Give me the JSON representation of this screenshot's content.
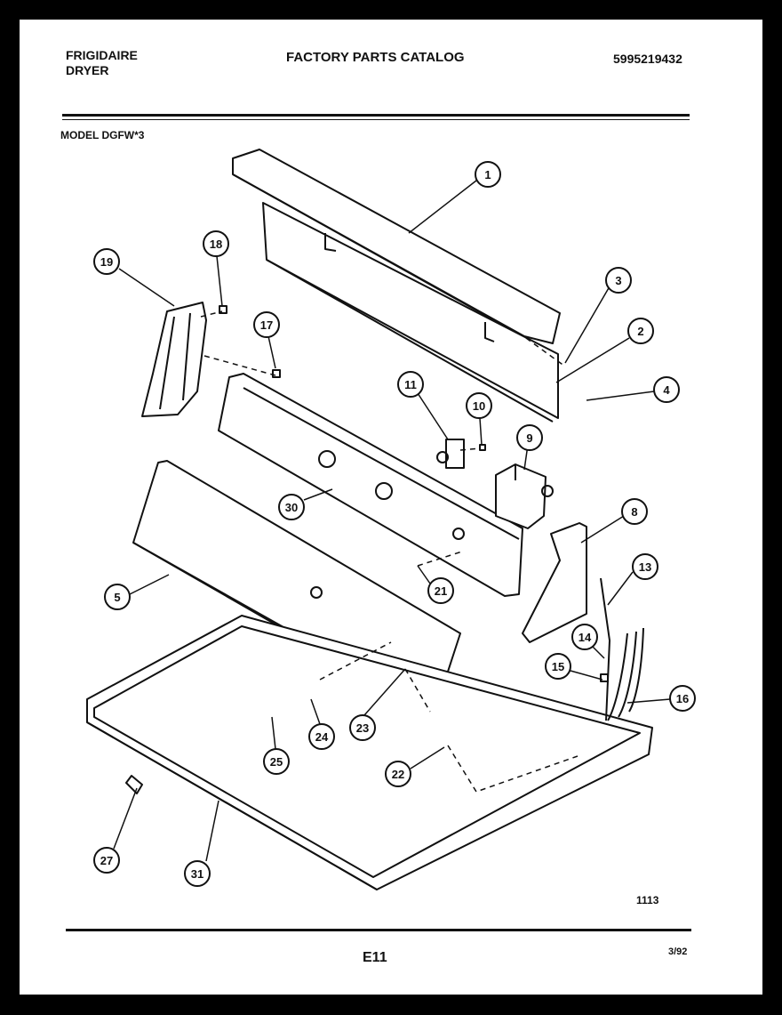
{
  "header": {
    "brand_line1": "FRIGIDAIRE",
    "brand_line2": "DRYER",
    "catalog_title": "FACTORY PARTS CATALOG",
    "part_number": "5995219432",
    "model": "MODEL DGFW*3"
  },
  "footer": {
    "diagram_code": "1113",
    "page_number": "E11",
    "date": "3/92"
  },
  "callouts": [
    "1",
    "2",
    "3",
    "4",
    "5",
    "8",
    "9",
    "10",
    "11",
    "13",
    "14",
    "15",
    "16",
    "17",
    "18",
    "19",
    "21",
    "22",
    "23",
    "24",
    "25",
    "27",
    "30",
    "31"
  ],
  "colors": {
    "ink": "#111111",
    "paper": "#ffffff",
    "border": "#000000"
  }
}
